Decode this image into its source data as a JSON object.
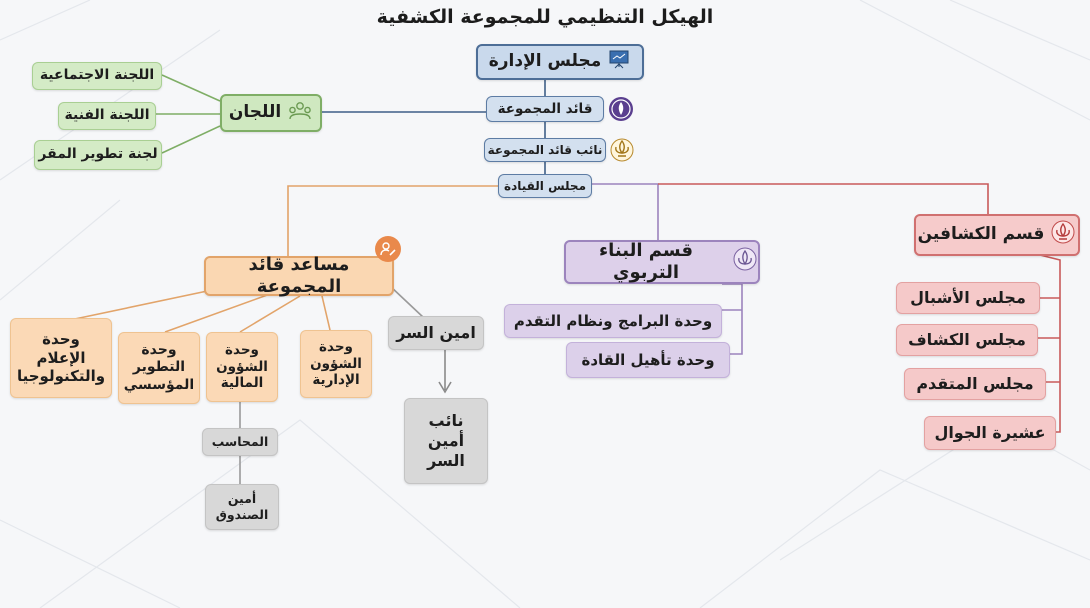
{
  "title": "الهيكل التنظيمي للمجموعة الكشفية",
  "nodes": {
    "board": "مجلس الإدارة",
    "group_leader": "قائد المجموعة",
    "deputy_leader": "نائب قائد المجموعة",
    "leadership_council": "مجلس القيادة",
    "committees": "اللجان",
    "social_committee": "اللجنة الاجتماعية",
    "technical_committee": "اللجنة الفنية",
    "hq_committee": "لجنة تطوير المقر",
    "assistant_leader": "مساعد قائد المجموعة",
    "secretary": "امين السر",
    "deputy_secretary": "نائب\nأمين\nالسر",
    "admin_affairs": "وحدة\nالشؤون\nالإدارية",
    "finance_affairs": "وحدة\nالشؤون\nالمالية",
    "accountant": "المحاسب",
    "treasurer": "أمين\nالصندوق",
    "development": "وحدة\nالتطوير\nالمؤسسي",
    "media_tech": "وحدة\nالإعلام\nوالتكنولوجيا",
    "education_dept": "قسم البناء التربوي",
    "programs_unit": "وحدة البرامج ونظام التقدم",
    "leaders_unit": "وحدة تأهيل القادة",
    "scouts_dept": "قسم الكشافين",
    "cubs": "مجلس الأشبال",
    "scouts": "مجلس الكشاف",
    "advanced": "مجلس المتقدم",
    "rovers": "عشيرة الجوال"
  },
  "icons": {
    "board": "presentation-board-icon",
    "group_leader": "scout-emblem-icon",
    "deputy_leader": "fleur-de-lis-icon",
    "committees": "team-meeting-icon",
    "assistant_leader": "person-edit-icon",
    "education_dept": "scout-emblem-icon",
    "scouts_dept": "fleur-de-lis-icon"
  },
  "colors": {
    "blue": "#4d6e97",
    "green": "#7fae66",
    "orange": "#e2a46a",
    "purple": "#9c84bd",
    "red": "#c85a5a",
    "gray": "#8a8a8a"
  }
}
